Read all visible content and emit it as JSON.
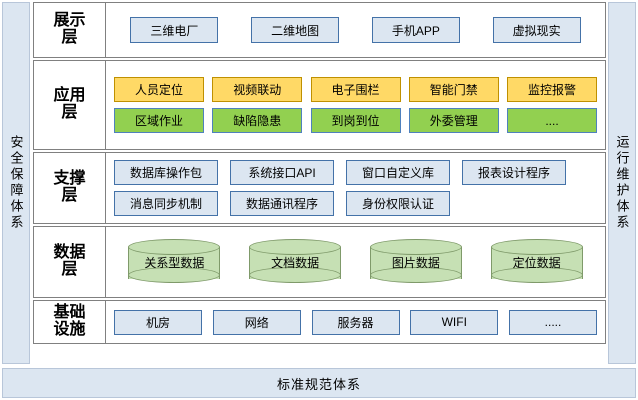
{
  "pillars": {
    "left": {
      "name": "security-assurance-pillar",
      "text": "安全保障体系"
    },
    "right": {
      "name": "operation-maintenance-pillar",
      "text": "运行维护体系"
    }
  },
  "bottom_bar": {
    "text": "标准规范体系"
  },
  "colors": {
    "blue_fill": "#DCE6F1",
    "blue_border": "#4472A8",
    "yellow_fill": "#FFD966",
    "yellow_border": "#BF9000",
    "green_fill": "#92D050",
    "green_border": "#4F81BD",
    "cylinder_fill": "#C6E0B4",
    "cylinder_border": "#7F9A6A",
    "layer_border": "#808080",
    "pillar_fill": "#DCE6F1"
  },
  "layers": [
    {
      "id": "presentation",
      "label": "展示层",
      "rows": [
        {
          "style": "blue",
          "items": [
            "三维电厂",
            "二维地图",
            "手机APP",
            "虚拟现实"
          ]
        }
      ]
    },
    {
      "id": "application",
      "label": "应用层",
      "rows": [
        {
          "style": "yellow",
          "items": [
            "人员定位",
            "视频联动",
            "电子围栏",
            "智能门禁",
            "监控报警"
          ]
        },
        {
          "style": "green",
          "items": [
            "区域作业",
            "缺陷隐患",
            "到岗到位",
            "外委管理",
            "...."
          ]
        }
      ]
    },
    {
      "id": "support",
      "label": "支撑层",
      "rows": [
        {
          "style": "blue",
          "items": [
            "数据库操作包",
            "系统接口API",
            "窗口自定义库",
            "报表设计程序"
          ]
        },
        {
          "style": "blue",
          "items": [
            "消息同步机制",
            "数据通讯程序",
            "身份权限认证"
          ]
        }
      ]
    },
    {
      "id": "data",
      "label": "数据层",
      "cylinders": [
        "关系型数据",
        "文档数据",
        "图片数据",
        "定位数据"
      ]
    },
    {
      "id": "infrastructure",
      "label": "基础设施",
      "rows": [
        {
          "style": "blue",
          "items": [
            "机房",
            "网络",
            "服务器",
            "WIFI",
            "....."
          ]
        }
      ]
    }
  ]
}
